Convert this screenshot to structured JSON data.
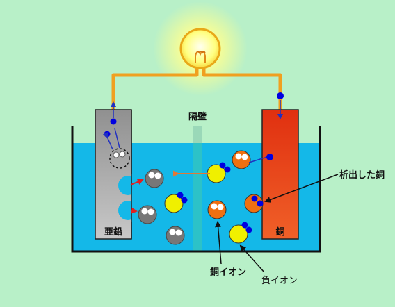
{
  "labels": {
    "partition": "隔壁",
    "zinc": "亜鉛",
    "copper": "銅",
    "deposited_copper": "析出した銅",
    "copper_ion": "銅イオン",
    "negative_ion": "負イオン"
  },
  "colors": {
    "background": "#b8f0c8",
    "electrolyte": "#14b8e8",
    "wire": "#f0a020",
    "zinc": "#a8a8a8",
    "copper": "#e84818",
    "copper_ion": "#f07010",
    "negative_ion": "#f0f000",
    "electron": "#0000e0",
    "zinc_ion": "#777777",
    "arrow_red": "#e02020",
    "arrow_orange": "#e07838",
    "arrow_blue": "#2030c0"
  },
  "icons": [
    "light-bulb-icon",
    "electron-dot",
    "zinc-ion",
    "copper-ion",
    "negative-ion"
  ]
}
